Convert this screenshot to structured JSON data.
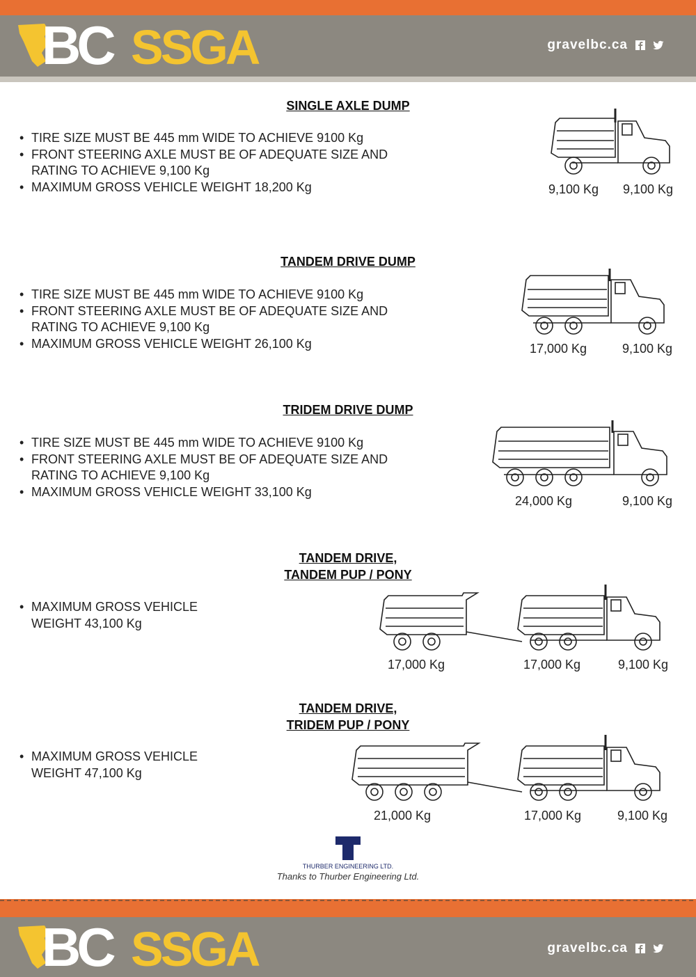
{
  "header": {
    "logo_bc": "BC",
    "logo_ssga": "SSGA",
    "site_url": "gravelbc.ca",
    "icons": [
      "facebook-icon",
      "twitter-icon"
    ]
  },
  "colors": {
    "orange": "#e87033",
    "grey": "#8c8880",
    "yellow": "#f4c430"
  },
  "sections": [
    {
      "title": "SINGLE AXLE DUMP",
      "bullets": [
        "TIRE SIZE MUST BE 445 mm WIDE TO ACHIEVE 9100 Kg",
        "FRONT STEERING AXLE MUST BE OF ADEQUATE SIZE AND RATING TO ACHIEVE 9,100 Kg",
        "MAXIMUM GROSS VEHICLE WEIGHT 18,200 Kg"
      ],
      "weights": [
        "9,100 Kg",
        "9,100 Kg"
      ]
    },
    {
      "title": "TANDEM DRIVE DUMP",
      "bullets": [
        "TIRE SIZE MUST BE 445 mm WIDE TO ACHIEVE 9100 Kg",
        "FRONT STEERING AXLE MUST BE OF ADEQUATE SIZE AND RATING TO ACHIEVE 9,100 Kg",
        "MAXIMUM GROSS VEHICLE WEIGHT 26,100 Kg"
      ],
      "weights": [
        "17,000 Kg",
        "9,100 Kg"
      ]
    },
    {
      "title": "TRIDEM DRIVE DUMP",
      "bullets": [
        "TIRE SIZE MUST BE 445 mm WIDE TO ACHIEVE 9100 Kg",
        "FRONT STEERING AXLE MUST BE OF ADEQUATE SIZE AND RATING TO ACHIEVE 9,100 Kg",
        "MAXIMUM GROSS VEHICLE WEIGHT 33,100 Kg"
      ],
      "weights": [
        "24,000 Kg",
        "9,100 Kg"
      ]
    },
    {
      "title_line1": "TANDEM DRIVE,",
      "title_line2": "TANDEM PUP / PONY",
      "bullets": [
        "MAXIMUM GROSS VEHICLE WEIGHT 43,100 Kg"
      ],
      "weights": [
        "17,000 Kg",
        "17,000 Kg",
        "9,100 Kg"
      ]
    },
    {
      "title_line1": "TANDEM DRIVE,",
      "title_line2": "TRIDEM PUP / PONY",
      "bullets": [
        "MAXIMUM GROSS VEHICLE WEIGHT 47,100 Kg"
      ],
      "weights": [
        "21,000 Kg",
        "17,000 Kg",
        "9,100 Kg"
      ]
    }
  ],
  "credit": {
    "logo_text": "THURBER ENGINEERING LTD.",
    "thanks": "Thanks to Thurber Engineering Ltd."
  },
  "footer": {
    "logo_bc": "BC",
    "logo_ssga": "SSGA",
    "site_url": "gravelbc.ca"
  }
}
